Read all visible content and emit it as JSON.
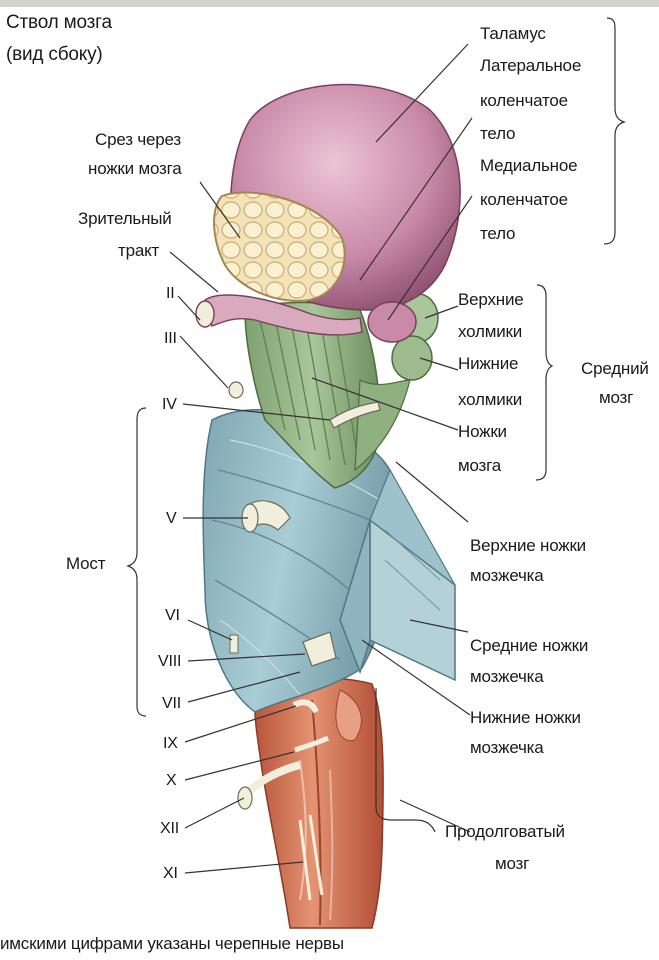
{
  "title": {
    "line1": "Ствол мозга",
    "line2": "(вид сбоку)"
  },
  "right_labels": {
    "thalamus": "Таламус",
    "lgb_1": "Латеральное",
    "lgb_2": "коленчатое",
    "lgb_3": "тело",
    "mgb_1": "Медиальное",
    "mgb_2": "коленчатое",
    "mgb_3": "тело",
    "sup_coll_1": "Верхние",
    "sup_coll_2": "холмики",
    "inf_coll_1": "Нижние",
    "inf_coll_2": "холмики",
    "ped_1": "Ножки",
    "ped_2": "мозга",
    "midbrain_1": "Средний",
    "midbrain_2": "мозг",
    "sup_cer_1": "Верхние ножки",
    "sup_cer_2": "мозжечка",
    "mid_cer_1": "Средние ножки",
    "mid_cer_2": "мозжечка",
    "inf_cer_1": "Нижние ножки",
    "inf_cer_2": "мозжечка",
    "medulla_1": "Продолговатый",
    "medulla_2": "мозг"
  },
  "left_labels": {
    "cut_1": "Срез через",
    "cut_2": "ножки мозга",
    "optic_1": "Зрительный",
    "optic_2": "тракт",
    "pons": "Мост"
  },
  "nerves": [
    "II",
    "III",
    "IV",
    "V",
    "VI",
    "VIII",
    "VII",
    "IX",
    "X",
    "XII",
    "XI"
  ],
  "footer": "имскими цифрами указаны черепные нервы",
  "colors": {
    "thalamus": "#c98aa8",
    "peduncle_cut": "#f3e2b8",
    "midbrain": "#9dbb8c",
    "pons": "#8fb6c0",
    "medulla": "#d9785a",
    "nerve": "#f2eedc",
    "leader": "#333333"
  }
}
